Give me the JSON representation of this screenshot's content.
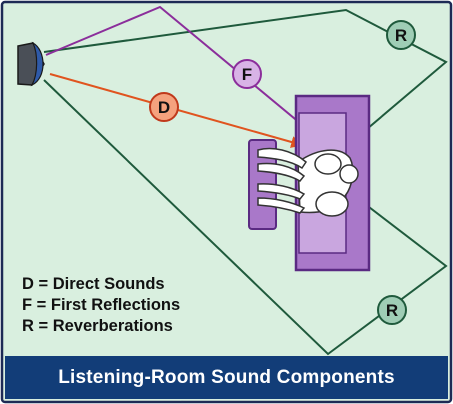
{
  "colors": {
    "background": "#d9efdf",
    "frame": "#1d2a55",
    "caption_bar": "#123d78",
    "direct": "#e0541f",
    "first_reflection": "#8b2e9b",
    "reverberation": "#1f5a3c",
    "couch": "#a978c9",
    "couch_outline": "#5a2a82",
    "speaker": "#2f5aa8"
  },
  "icons": {
    "speaker": "loudspeaker-icon",
    "listener": "seated-listener-figure"
  },
  "markers": {
    "direct": "D",
    "first_reflection": "F",
    "reverb_top": "R",
    "reverb_bottom": "R"
  },
  "legend": {
    "direct": "D = Direct Sounds",
    "first_reflection": "F = First Reflections",
    "reverb": "R = Reverberations"
  },
  "caption": "Listening-Room Sound Components"
}
